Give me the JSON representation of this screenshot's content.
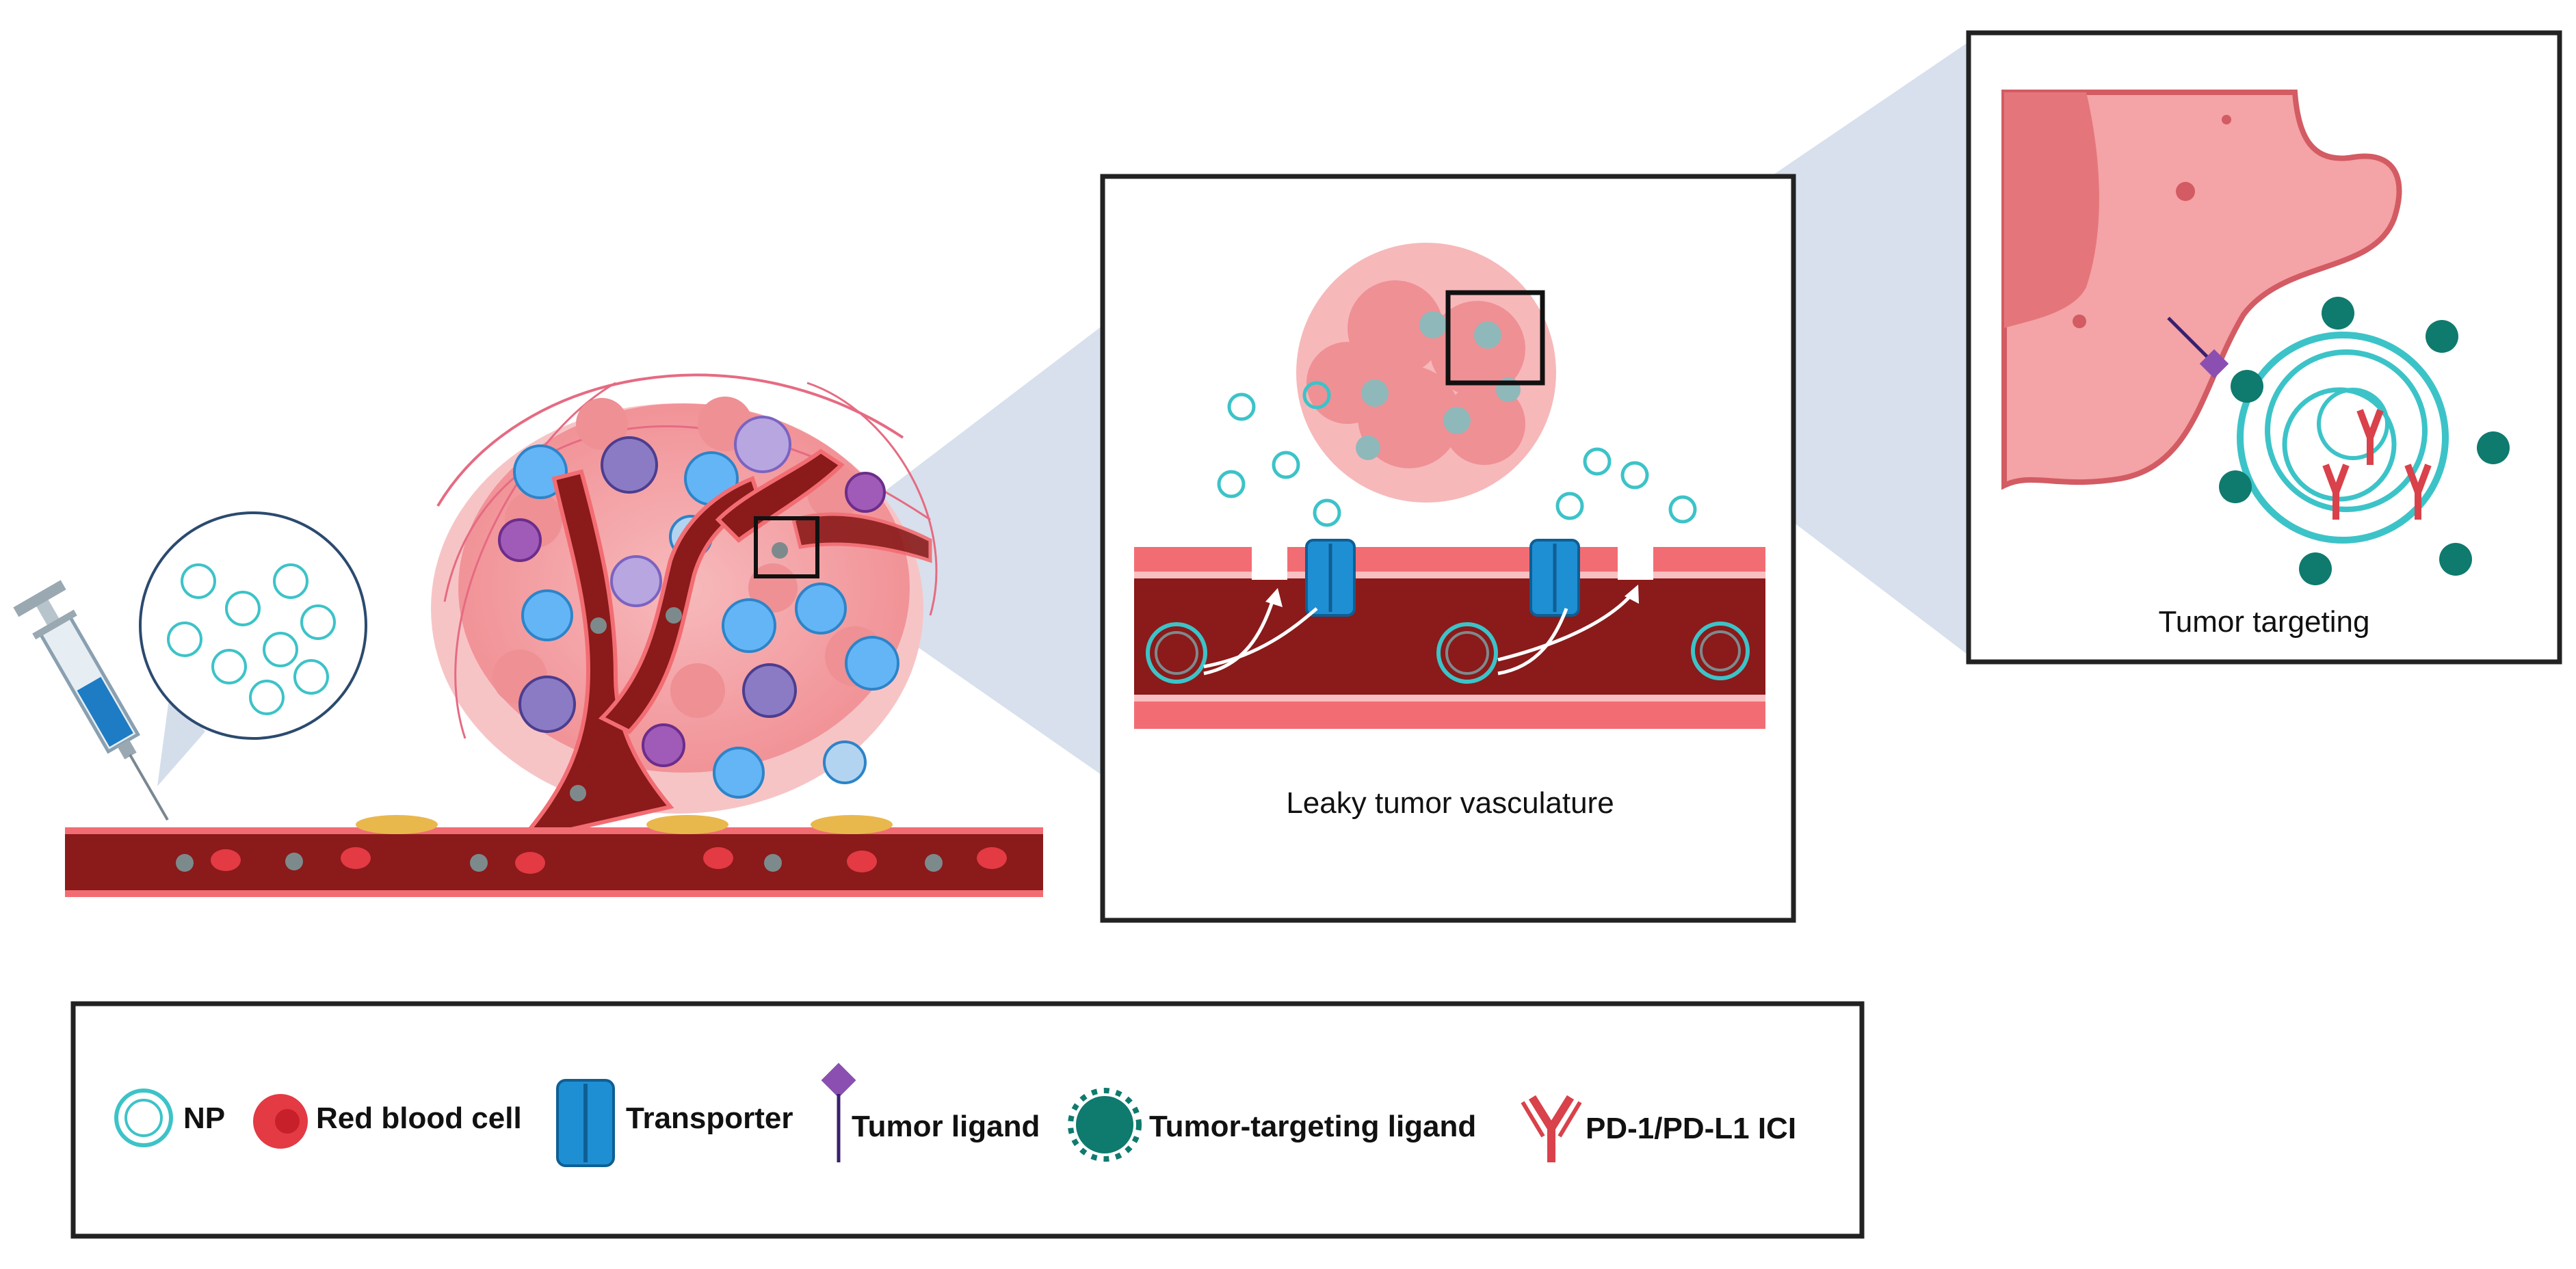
{
  "panels": {
    "vasculature_caption": "Leaky tumor vasculature",
    "targeting_caption": "Tumor targeting"
  },
  "legend": {
    "items": [
      {
        "label": "NP",
        "icon": "nanoparticle-icon"
      },
      {
        "label": "Red blood cell",
        "icon": "red-blood-cell-icon"
      },
      {
        "label": "Transporter",
        "icon": "transporter-icon"
      },
      {
        "label": "Tumor ligand",
        "icon": "tumor-ligand-icon"
      },
      {
        "label": "Tumor-targeting ligand",
        "icon": "tumor-targeting-ligand-icon"
      },
      {
        "label": "PD-1/PD-L1 ICI",
        "icon": "antibody-icon"
      }
    ]
  },
  "colors": {
    "vessel_dark": "#8b1a1a",
    "vessel_wall": "#f26d73",
    "tumor_pink": "#f4a3a6",
    "np_teal": "#3cc3c8",
    "transporter_blue": "#1f8fd4",
    "targeting_ligand": "#0f7a6e",
    "tumor_ligand": "#8a4fb0",
    "antibody_red": "#d9414b",
    "zoom_cone": "#c9d6e6"
  }
}
